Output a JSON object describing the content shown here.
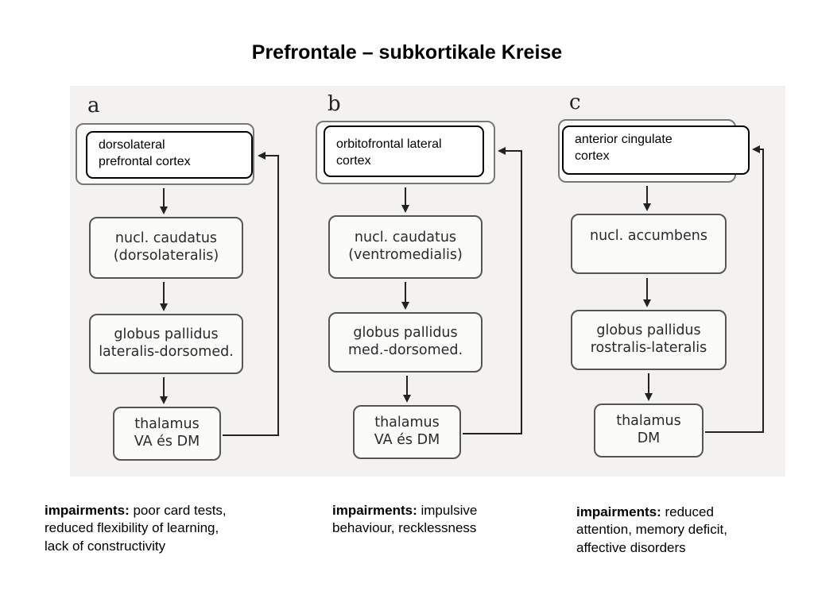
{
  "title": "Prefrontale – subkortikale Kreise",
  "circuits": [
    {
      "letter": "a",
      "cortex": [
        "dorsolateral",
        "prefrontal cortex"
      ],
      "box1": [
        "nucl. caudatus",
        "(dorsolateralis)"
      ],
      "box2": [
        "globus pallidus",
        "lateralis-dorsomed."
      ],
      "box3": [
        "thalamus",
        "VA és DM"
      ],
      "impair_label": "impairments:",
      "impair_lines": [
        " poor card tests,",
        "reduced flexibility of learning,",
        "lack of constructivity"
      ]
    },
    {
      "letter": "b",
      "cortex": [
        "orbitofrontal lateral",
        "cortex"
      ],
      "box1": [
        "nucl. caudatus",
        "(ventromedialis)"
      ],
      "box2": [
        "globus pallidus",
        "med.-dorsomed."
      ],
      "box3": [
        "thalamus",
        "VA és DM"
      ],
      "impair_label": "impairments:",
      "impair_lines": [
        " impulsive",
        "behaviour, recklessness"
      ]
    },
    {
      "letter": "c",
      "cortex": [
        "anterior cingulate",
        "cortex"
      ],
      "box1": [
        "nucl. accumbens"
      ],
      "box2": [
        "globus pallidus",
        "rostralis-lateralis"
      ],
      "box3": [
        "thalamus",
        "DM"
      ],
      "impair_label": "impairments:",
      "impair_lines": [
        " reduced",
        "attention, memory deficit,",
        "affective disorders"
      ]
    }
  ]
}
